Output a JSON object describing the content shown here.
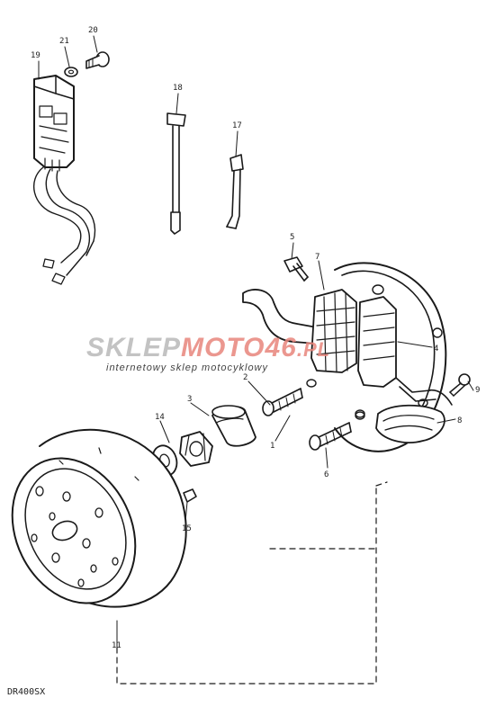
{
  "diagram": {
    "model_code": "DR400SX",
    "callouts": [
      "19",
      "21",
      "20",
      "18",
      "17",
      "5",
      "7",
      "4",
      "2",
      "3",
      "14",
      "9",
      "8",
      "1",
      "6",
      "15",
      "11"
    ]
  },
  "watermark": {
    "brand_part1": "SKLEP",
    "brand_part2": "MOTO46",
    "brand_suffix": ".PL",
    "tagline": "internetowy sklep motocyklowy",
    "colors": {
      "part1": "#b9b9b9",
      "part2": "#e8857c",
      "tagline": "#b0b0b0"
    }
  }
}
